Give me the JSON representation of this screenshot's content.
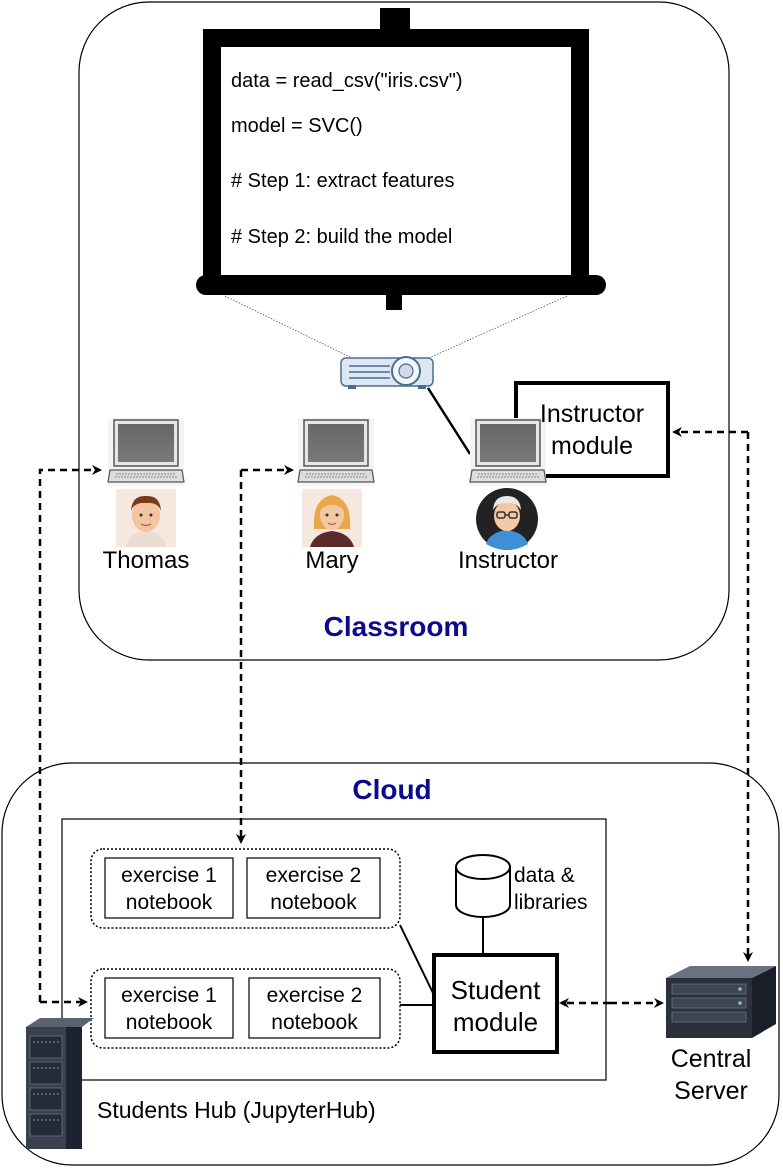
{
  "screen": {
    "lines": [
      "data = read_csv(\"iris.csv\")",
      "model = SVC()",
      "# Step 1: extract features",
      "# Step 2: build the model"
    ]
  },
  "classroom": {
    "title": "Classroom",
    "people": {
      "thomas": "Thomas",
      "mary": "Mary",
      "instructor": "Instructor"
    },
    "instructor_module": "Instructor\nmodule"
  },
  "cloud": {
    "title": "Cloud",
    "hub_label": "Students Hub (JupyterHub)",
    "notebooks_top": [
      "exercise 1\nnotebook",
      "exercise 2\nnotebook"
    ],
    "notebooks_bottom": [
      "exercise 1\nnotebook",
      "exercise 2\nnotebook"
    ],
    "student_module": "Student\nmodule",
    "data_libraries": "data &\nlibraries",
    "central_server": "Central\nServer"
  },
  "icons": [
    "laptop-icon",
    "projector-icon",
    "male-avatar-icon",
    "female-avatar-icon",
    "instructor-avatar-icon",
    "database-icon",
    "server-rack-icon",
    "server-icon"
  ],
  "colors": {
    "title_blue": "#0a0a8c",
    "screen_frame": "#000000"
  }
}
